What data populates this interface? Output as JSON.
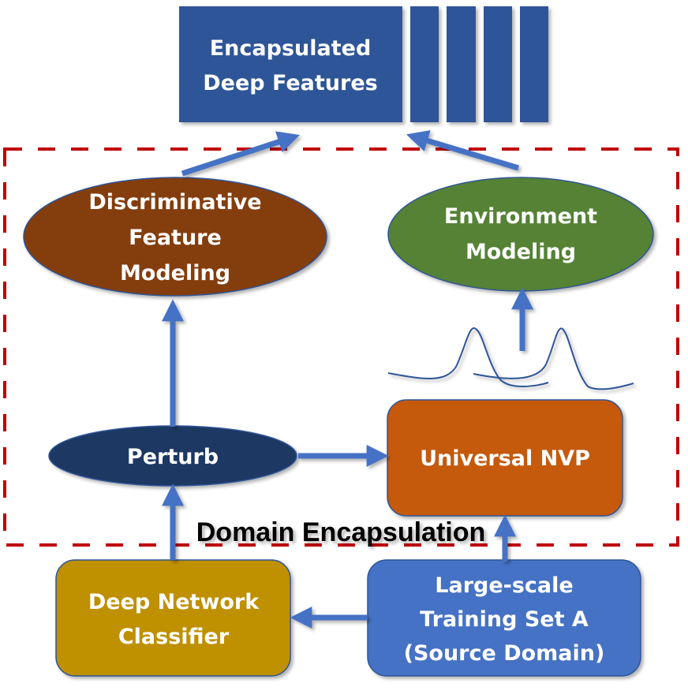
{
  "top_box": {
    "line1": "Encapsulated",
    "line2": "Deep Features"
  },
  "discriminative": {
    "line1": "Discriminative",
    "line2": "Feature",
    "line3": "Modeling"
  },
  "environment": {
    "line1": "Environment",
    "line2": "Modeling"
  },
  "perturb": {
    "label": "Perturb"
  },
  "nvp": {
    "label": "Universal NVP"
  },
  "classifier": {
    "line1": "Deep Network",
    "line2": "Classifier"
  },
  "training": {
    "line1": "Large-scale",
    "line2": "Training Set A",
    "line3": "(Source Domain)"
  },
  "region": {
    "label": "Domain Encapsulation"
  },
  "colors": {
    "top": "#2F5597",
    "disc": "#843C0C",
    "env": "#548235",
    "perturb": "#1F3864",
    "nvp": "#C55A11",
    "classifier": "#BF9000",
    "training": "#4472C4",
    "arrow": "#4472C4",
    "dash": "#C00000"
  }
}
